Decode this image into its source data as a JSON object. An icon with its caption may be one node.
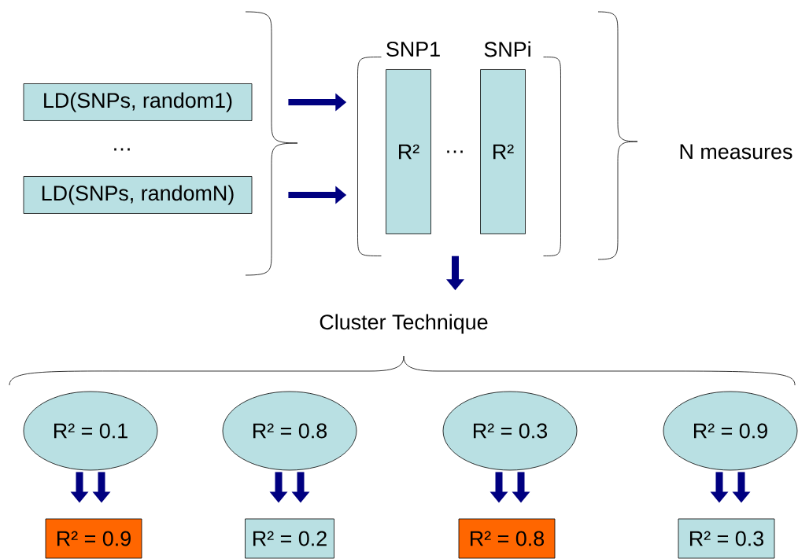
{
  "diagram": {
    "nodes": [
      {
        "text": [
          "LD(SNPs, random1)"
        ]
      },
      {
        "text": [
          "LD(SNPs, randomN)"
        ]
      },
      {
        "text": [],
        "shape": "bracket"
      },
      {
        "text": [
          "SNP1",
          "R²"
        ],
        "in": 2
      },
      {
        "text": [
          "SNPi",
          "R²"
        ],
        "in": 2
      },
      {
        "text": [
          "Cluster Technique"
        ]
      },
      {
        "text": [
          "R² = 0.1"
        ]
      },
      {
        "text": [
          "R² = 0.8"
        ]
      },
      {
        "text": [
          "R² = 0.3"
        ]
      },
      {
        "text": [
          "R² = 0.9"
        ]
      },
      {
        "text": [
          "R² = 0.9"
        ]
      },
      {
        "text": [
          "R² = 0.2"
        ]
      },
      {
        "text": [
          "R² = 0.8"
        ]
      },
      {
        "text": [
          "R² = 0.3"
        ]
      }
    ],
    "edges": [
      {
        "from": 0,
        "to": 2,
        "arrow": "to"
      },
      {
        "from": 1,
        "to": 2,
        "arrow": "to"
      },
      {
        "from": 2,
        "to": 5,
        "arrow": "to"
      },
      {
        "from": 6,
        "to": 10,
        "arrow": "to"
      },
      {
        "from": 6,
        "to": 10,
        "arrow": "to"
      },
      {
        "from": 7,
        "to": 11,
        "arrow": "to"
      },
      {
        "from": 7,
        "to": 11,
        "arrow": "to"
      },
      {
        "from": 8,
        "to": 12,
        "arrow": "to"
      },
      {
        "from": 8,
        "to": 12,
        "arrow": "to"
      },
      {
        "from": 9,
        "to": 13,
        "arrow": "to"
      },
      {
        "from": 9,
        "to": 13,
        "arrow": "to"
      }
    ],
    "labels": [
      "…",
      "…",
      "N measures"
    ]
  }
}
